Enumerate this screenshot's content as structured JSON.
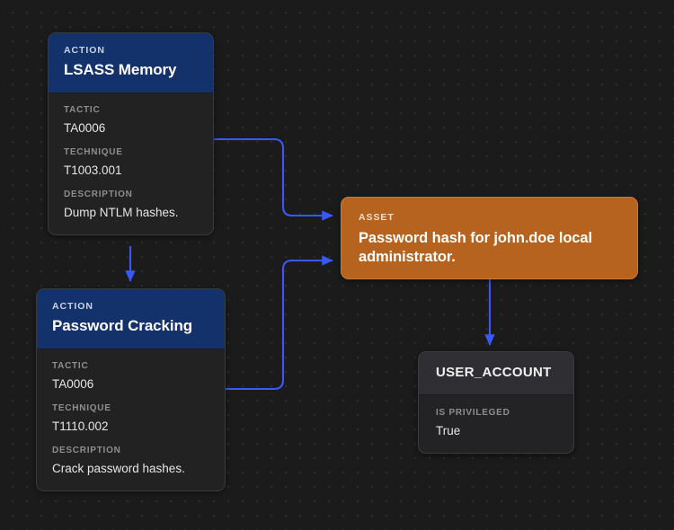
{
  "canvas": {
    "background_color": "#1b1b1b",
    "dot_color": "#2e2e2e",
    "edge_color": "#3a58f5"
  },
  "nodes": {
    "lsass_memory": {
      "kind": "ACTION",
      "title": "LSASS Memory",
      "accent_color": "#13316a",
      "fields": [
        {
          "label": "TACTIC",
          "value": "TA0006"
        },
        {
          "label": "TECHNIQUE",
          "value": "T1003.001"
        },
        {
          "label": "DESCRIPTION",
          "value": "Dump NTLM hashes."
        }
      ]
    },
    "password_cracking": {
      "kind": "ACTION",
      "title": "Password Cracking",
      "accent_color": "#13316a",
      "fields": [
        {
          "label": "TACTIC",
          "value": "TA0006"
        },
        {
          "label": "TECHNIQUE",
          "value": "T1110.002"
        },
        {
          "label": "DESCRIPTION",
          "value": "Crack password hashes."
        }
      ]
    },
    "password_hash_asset": {
      "kind": "ASSET",
      "title": "Password hash for john.doe local administrator.",
      "accent_color": "#b5631f"
    },
    "user_account": {
      "kind": "USER_ACCOUNT",
      "title": "USER_ACCOUNT",
      "accent_color": "#2f2f33",
      "fields": [
        {
          "label": "IS PRIVILEGED",
          "value": "True"
        }
      ]
    }
  },
  "edges": [
    {
      "name": "lsass-to-asset",
      "from": "lsass_memory",
      "to": "password_hash_asset"
    },
    {
      "name": "lsass-to-password-cracking",
      "from": "lsass_memory",
      "to": "password_cracking"
    },
    {
      "name": "password-cracking-to-asset",
      "from": "password_cracking",
      "to": "password_hash_asset"
    },
    {
      "name": "asset-to-user-account",
      "from": "password_hash_asset",
      "to": "user_account"
    }
  ]
}
